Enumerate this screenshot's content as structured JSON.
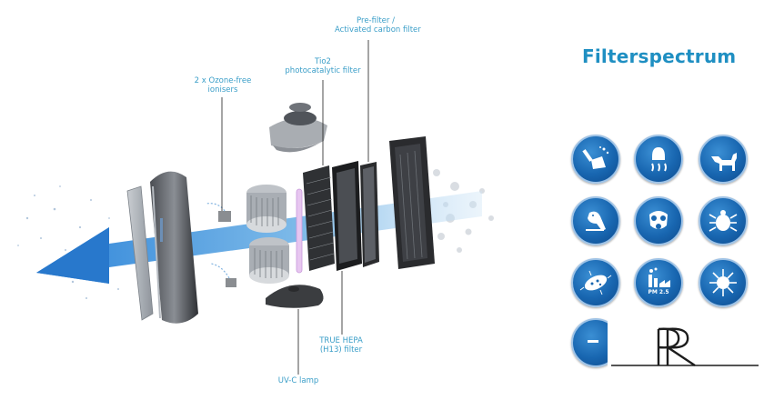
{
  "title": "Filterspectrum",
  "labels": {
    "prefilter_line1": "Pre-filter /",
    "prefilter_line2": "Activated carbon filter",
    "tio2_line1": "Tio2",
    "tio2_line2": "photocatalytic filter",
    "ionisers_line1": "2 x Ozone-free",
    "ionisers_line2": "ionisers",
    "hepa_line1": "TRUE HEPA",
    "hepa_line2": "(H13) filter",
    "uvc": "UV-C lamp"
  },
  "icons": [
    {
      "name": "dust-brush-icon"
    },
    {
      "name": "odor-icon"
    },
    {
      "name": "pet-icon"
    },
    {
      "name": "bird-icon"
    },
    {
      "name": "gas-mask-icon"
    },
    {
      "name": "mite-icon"
    },
    {
      "name": "bacteria-icon"
    },
    {
      "name": "factory-pm25-icon",
      "text": "PM 2.5"
    },
    {
      "name": "virus-icon"
    },
    {
      "name": "partial-icon"
    }
  ],
  "colors": {
    "accent": "#1f8fc2",
    "icon_blue": "#1866b0",
    "airflow": "#5aa9e6"
  },
  "logo": {
    "text": "PR"
  }
}
